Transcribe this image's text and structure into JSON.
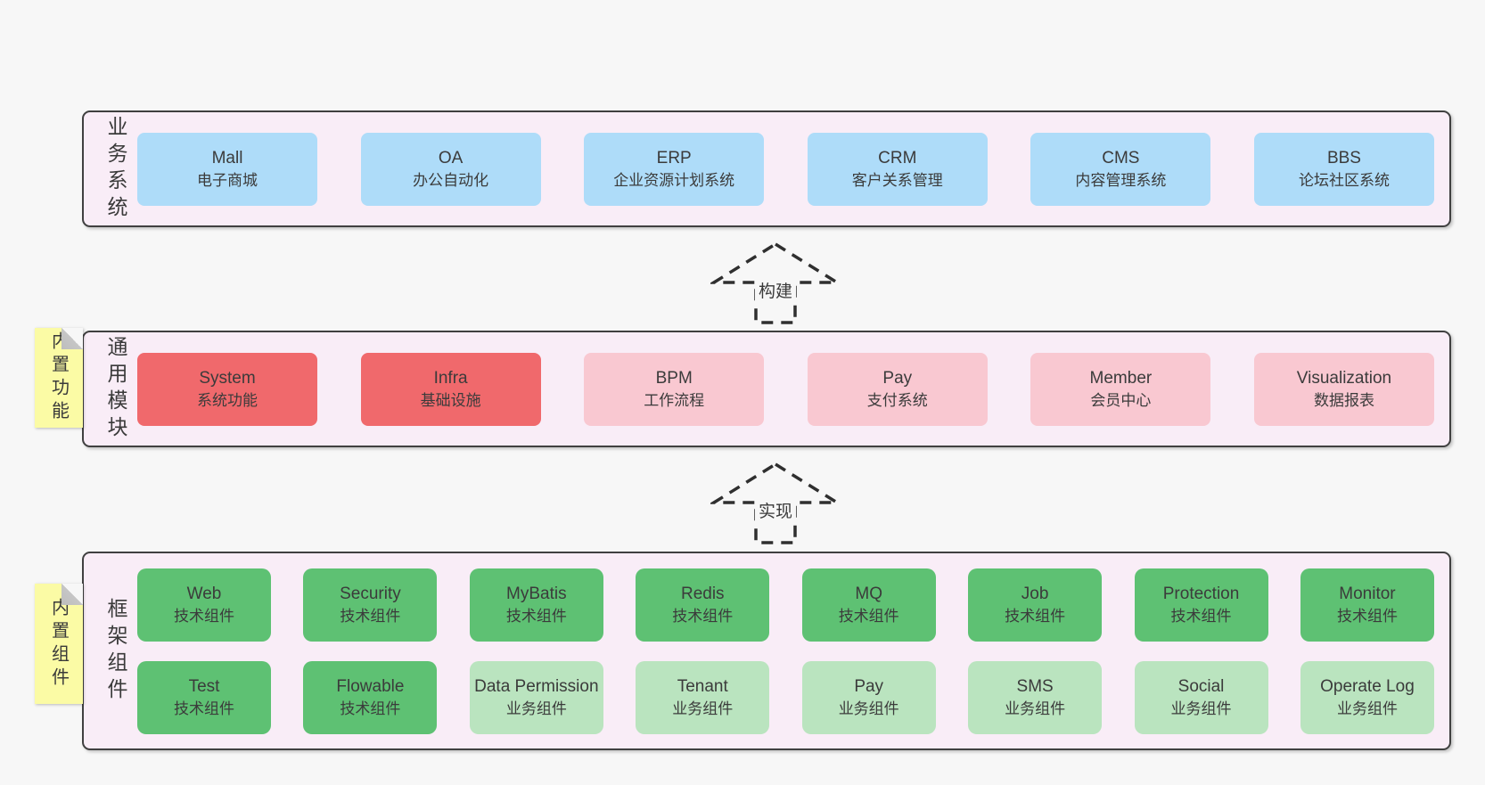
{
  "colors": {
    "page_bg": "#f7f7f7",
    "band_bg": "#f9edf7",
    "band_border": "#404040",
    "box_blue": "#aedcf9",
    "box_red": "#f0696c",
    "box_pink": "#f9c8d1",
    "box_green": "#5ec173",
    "box_green_light": "#bae4bf",
    "sticky_yellow": "#fbfba5",
    "sticky_fold_gray": "#c6c6c6",
    "text": "#3a3a3a"
  },
  "arrows": [
    {
      "label": "构建"
    },
    {
      "label": "实现"
    }
  ],
  "stickies": [
    {
      "text": "内置功能"
    },
    {
      "text": "内置组件"
    }
  ],
  "bands": {
    "business": {
      "label": "业务系统",
      "boxes": [
        {
          "name": "Mall",
          "desc": "电子商城"
        },
        {
          "name": "OA",
          "desc": "办公自动化"
        },
        {
          "name": "ERP",
          "desc": "企业资源计划系统"
        },
        {
          "name": "CRM",
          "desc": "客户关系管理"
        },
        {
          "name": "CMS",
          "desc": "内容管理系统"
        },
        {
          "name": "BBS",
          "desc": "论坛社区系统"
        }
      ]
    },
    "modules": {
      "label": "通用模块",
      "boxes": [
        {
          "name": "System",
          "desc": "系统功能"
        },
        {
          "name": "Infra",
          "desc": "基础设施"
        },
        {
          "name": "BPM",
          "desc": "工作流程"
        },
        {
          "name": "Pay",
          "desc": "支付系统"
        },
        {
          "name": "Member",
          "desc": "会员中心"
        },
        {
          "name": "Visualization",
          "desc": "数据报表"
        }
      ]
    },
    "framework": {
      "label": "框架组件",
      "rows": [
        [
          {
            "name": "Web",
            "desc": "技术组件"
          },
          {
            "name": "Security",
            "desc": "技术组件"
          },
          {
            "name": "MyBatis",
            "desc": "技术组件"
          },
          {
            "name": "Redis",
            "desc": "技术组件"
          },
          {
            "name": "MQ",
            "desc": "技术组件"
          },
          {
            "name": "Job",
            "desc": "技术组件"
          },
          {
            "name": "Protection",
            "desc": "技术组件"
          },
          {
            "name": "Monitor",
            "desc": "技术组件"
          }
        ],
        [
          {
            "name": "Test",
            "desc": "技术组件"
          },
          {
            "name": "Flowable",
            "desc": "技术组件"
          },
          {
            "name": "Data Permission",
            "desc": "业务组件"
          },
          {
            "name": "Tenant",
            "desc": "业务组件"
          },
          {
            "name": "Pay",
            "desc": "业务组件"
          },
          {
            "name": "SMS",
            "desc": "业务组件"
          },
          {
            "name": "Social",
            "desc": "业务组件"
          },
          {
            "name": "Operate Log",
            "desc": "业务组件"
          }
        ]
      ]
    }
  }
}
